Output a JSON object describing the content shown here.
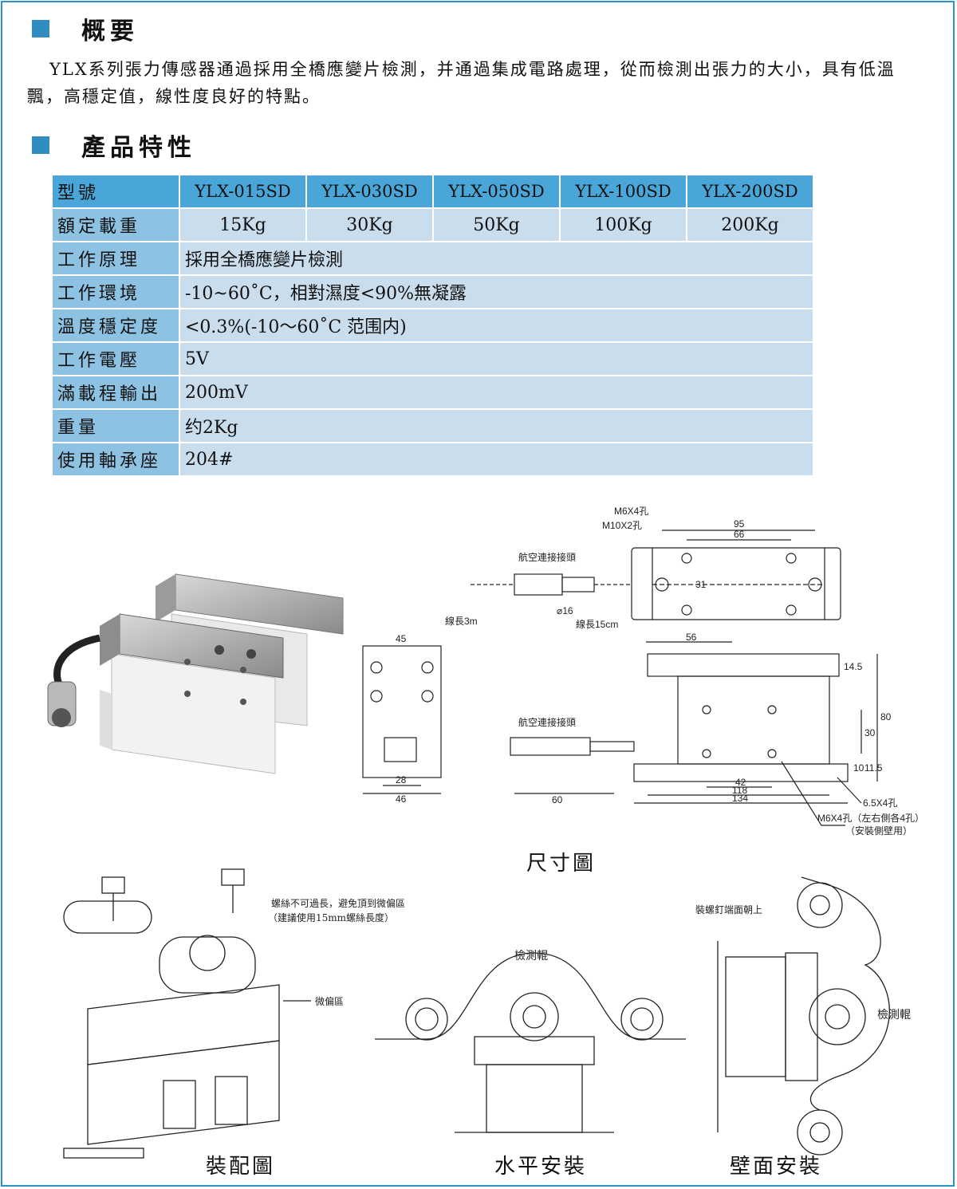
{
  "overview": {
    "heading": "概要",
    "text": "YLX系列張力傳感器通過採用全橋應變片檢測，并通過集成電路處理，從而檢測出張力的大小，具有低溫飄，高穩定值，線性度良好的特點。"
  },
  "features": {
    "heading": "產品特性"
  },
  "spec": {
    "model_label": "型號",
    "models": [
      "YLX-015SD",
      "YLX-030SD",
      "YLX-050SD",
      "YLX-100SD",
      "YLX-200SD"
    ],
    "load_label": "額定載重",
    "loads": [
      "15Kg",
      "30Kg",
      "50Kg",
      "100Kg",
      "200Kg"
    ],
    "rows": [
      {
        "k": "工作原理",
        "v": "採用全橋應變片檢測"
      },
      {
        "k": "工作環境",
        "v": "-10~60˚C，相對濕度<90%無凝露"
      },
      {
        "k": "溫度穩定度",
        "v": "<0.3%(-10～60˚C 范围内)"
      },
      {
        "k": "工作電壓",
        "v": "5V"
      },
      {
        "k": "滿載程輸出",
        "v": "200mV"
      },
      {
        "k": "重量",
        "v": "约2Kg"
      },
      {
        "k": "使用軸承座",
        "v": "204#"
      }
    ]
  },
  "dims": {
    "caption": "尺寸圖",
    "m6x4": "M6X4孔",
    "m10x2": "M10X2孔",
    "d95": "95",
    "d66": "66",
    "d31": "31",
    "connector1": "航空連接接頭",
    "connector2": "航空連接接頭",
    "cable3m": "線長3m",
    "cable15": "線長15cm",
    "phi16": "⌀16",
    "d45": "45",
    "d28": "28",
    "d46": "46",
    "d56": "56",
    "d60": "60",
    "d42": "42",
    "d118": "118",
    "d134": "134",
    "d145": "14.5",
    "d80": "80",
    "d30": "30",
    "d10": "10",
    "d115": "11.5",
    "hole65": "6.5X4孔",
    "m6side": "M6X4孔（左右側各4孔）",
    "m6side2": "（安裝側壁用）"
  },
  "install": {
    "note1": "螺絲不可過長，避免頂到微偏區",
    "note2": "（建議使用15mm螺絲長度）",
    "micro": "微偏區",
    "roller_h": "檢測輥",
    "roller_w": "檢測輥",
    "screw_up": "裝螺釘端面朝上",
    "cap_assembly": "裝配圖",
    "cap_horizontal": "水平安裝",
    "cap_wall": "壁面安裝"
  }
}
